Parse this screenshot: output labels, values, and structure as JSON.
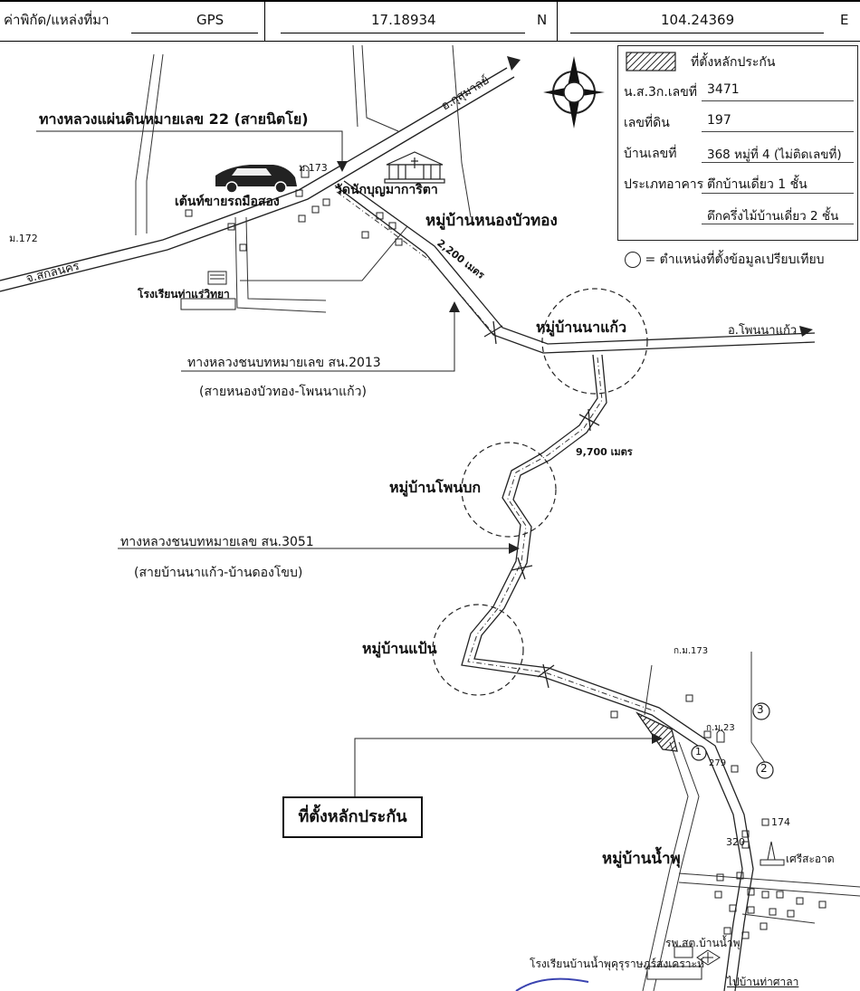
{
  "header": {
    "label": "ค่าพิกัด/แหล่งที่มา",
    "source": "GPS",
    "latitude": "17.18934",
    "lat_dir": "N",
    "longitude": "104.24369",
    "lon_dir": "E"
  },
  "legend": {
    "pledge_location_label": "ที่ตั้งหลักประกัน",
    "deed_label": "น.ส.3ก.เลขที่",
    "deed_value": "3471",
    "land_no_label": "เลขที่ดิน",
    "land_no_value": "197",
    "house_no_label": "บ้านเลขที่",
    "house_no_value": "368 หมู่ที่ 4 (ไม่ติดเลขที่)",
    "building_type_label": "ประเภทอาคาร",
    "building_type_value1": "ตึกบ้านเดี่ยว 1 ชั้น",
    "building_type_value2": "ตึกครึ่งไม้บ้านเดี่ยว 2 ชั้น",
    "comparison_note": "= ตำแหน่งที่ตั้งข้อมูลเปรียบเทียบ"
  },
  "map": {
    "to_kusuman": "อ.กุสุมาลย์",
    "highway_22": "ทางหลวงแผ่นดินหมายเลข 22 (สายนิตโย)",
    "km_173_top": "ม.173",
    "tent_shop": "เต้นท์ขายรถมือสอง",
    "temple": "วัดนักบุญมาการิตา",
    "village_nong_bua_thong": "หมู่บ้านหนองบัวทอง",
    "km_172": "ม.172",
    "to_sakon": "จ.สกลนคร",
    "school_top": "โรงเรียนท่าแร่วิทยา",
    "dist_2200": "2,200 เมตร",
    "village_na_kaeo": "หมู่บ้านนาแก้ว",
    "to_phon_na_kaeo": "อ.โพนนาแก้ว",
    "road_2013": "ทางหลวงชนบทหมายเลข สน.2013",
    "road_2013_sub": "(สายหนองบัวทอง-โพนนาแก้ว)",
    "dist_9700": "9,700 เมตร",
    "village_phon_bok": "หมู่บ้านโพนบก",
    "road_3051": "ทางหลวงชนบทหมายเลข สน.3051",
    "road_3051_sub": "(สายบ้านนาแก้ว-บ้านดองโขบ)",
    "village_paen": "หมู่บ้านแป้น",
    "km_173_bottom": "ก.ม.173",
    "km_23": "ก.ม.23",
    "num_3": "3",
    "num_1": "1",
    "num_2": "2",
    "house_279": "279",
    "house_174": "174",
    "house_320": "320",
    "pledge_box": "ที่ตั้งหลักประกัน",
    "village_nam_phu": "หมู่บ้านน้ำพุ",
    "temple_si_sa_at": "เศรีสะอาด",
    "health_center": "รพ.สต.บ้านน้ำพุ",
    "school_bottom": "โรงเรียนบ้านน้ำพุคุรุราษฎร์สงเคราะห์",
    "to_tha_sala": "ไปบ้านท่าศาลา"
  }
}
